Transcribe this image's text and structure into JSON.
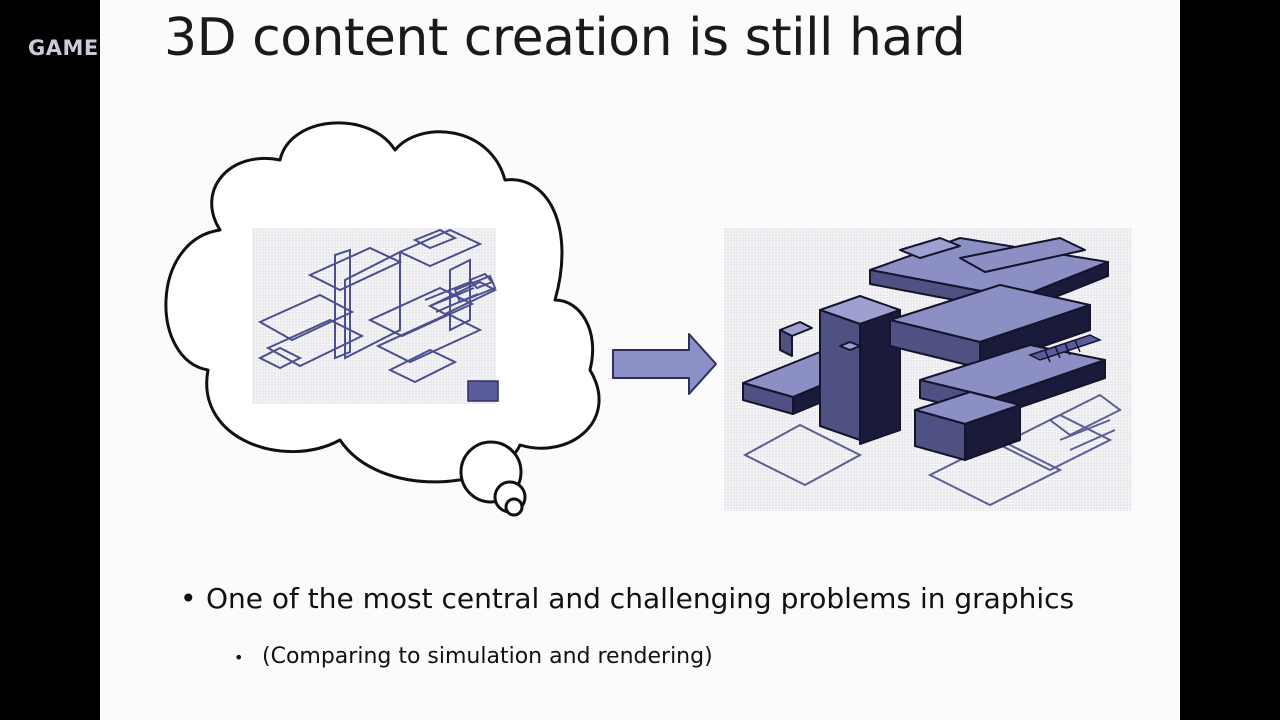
{
  "watermark": "GAME",
  "slide": {
    "title": "3D content creation is still hard",
    "bullets": {
      "level1": "One of the most central and challenging problems in graphics",
      "level2": "(Comparing to simulation and rendering)"
    }
  },
  "colors": {
    "model_fill": "#8b8fc4",
    "model_dark": "#1a1a3a",
    "arrow_fill": "#8c90c6",
    "sketch_line": "#4b4f8f",
    "background": "#fbfbfb"
  }
}
